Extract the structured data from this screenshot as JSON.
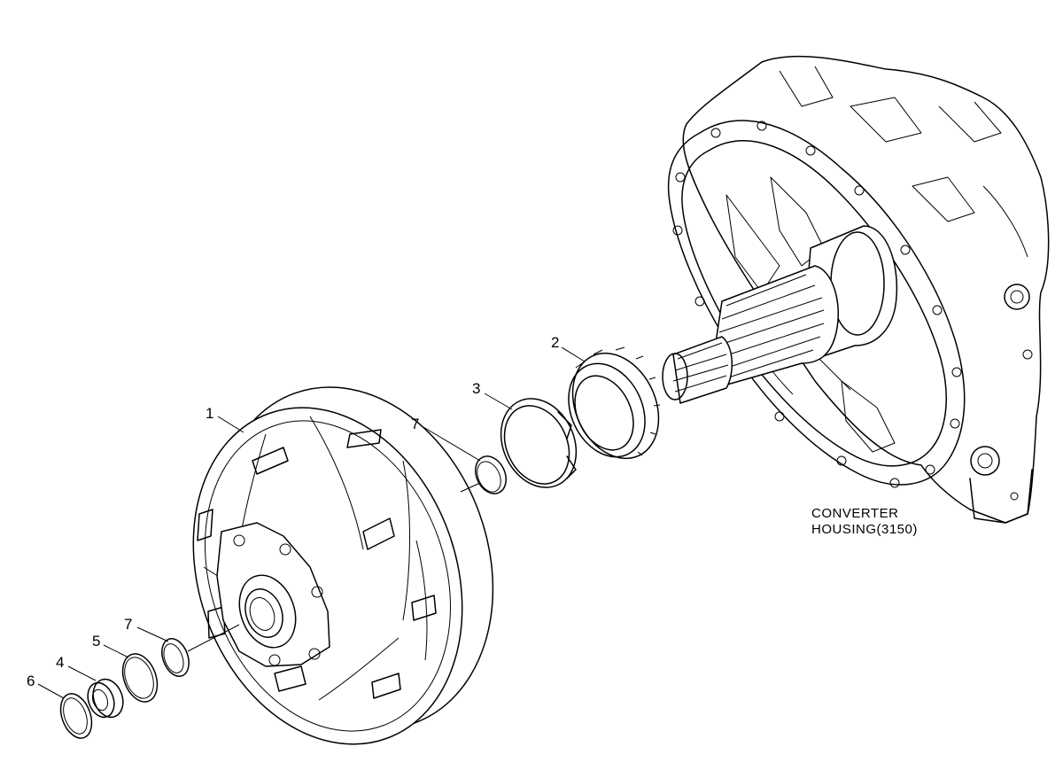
{
  "diagram": {
    "callouts": [
      {
        "id": "c1",
        "label": "1"
      },
      {
        "id": "c2",
        "label": "2"
      },
      {
        "id": "c3",
        "label": "3"
      },
      {
        "id": "c7a",
        "label": "7"
      },
      {
        "id": "c7b",
        "label": "7"
      },
      {
        "id": "c5",
        "label": "5"
      },
      {
        "id": "c4",
        "label": "4"
      },
      {
        "id": "c6",
        "label": "6"
      }
    ],
    "caption": {
      "line1": "CONVERTER",
      "line2": "HOUSING(3150)"
    },
    "colors": {
      "ink": "#000000",
      "paper": "#ffffff"
    }
  }
}
